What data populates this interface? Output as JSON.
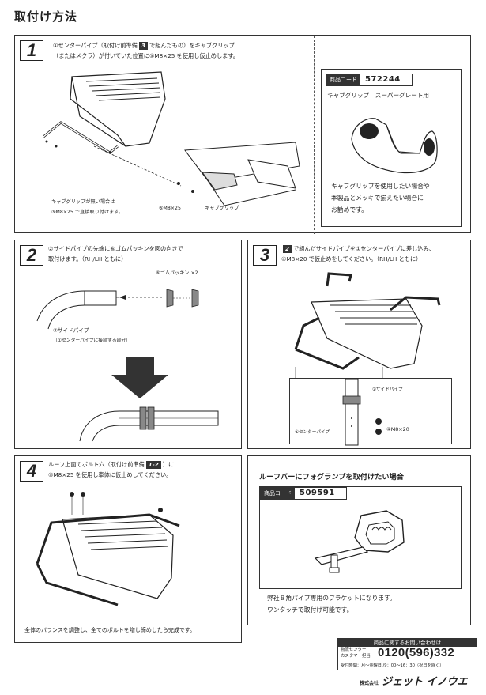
{
  "page": {
    "title": "取付け方法"
  },
  "step1": {
    "number": "1",
    "line1_pre": "①センターパイプ（取付け前準備",
    "line1_badge": "3",
    "line1_post": "で組んだもの）をキャブグリップ",
    "line2": "（またはメクラ）が付いていた位置に⑤M8×25 を使用し仮止めします。",
    "note_line1": "キャブグリップが無い場合は",
    "note_line2": "⑤M8×25 で直接取り付けます。",
    "label_bolt": "⑤M8×25",
    "label_grip": "キャブグリップ"
  },
  "product1": {
    "code_label": "商品コード",
    "code": "572244",
    "name": "キャブグリップ　スーパーグレート用",
    "desc_line1": "キャブグリップを使用したい場合や",
    "desc_line2": "本製品とメッキで揃えたい場合に",
    "desc_line3": "お勧めです。"
  },
  "step2": {
    "number": "2",
    "line1": "②サイドパイプの先端に⑥ゴムパッキンを図の向きで",
    "line2": "取付けます。（RH/LH ともに）",
    "label_packing": "⑥ゴムパッキン ×2",
    "label_side_pipe": "②サイドパイプ",
    "label_side_pipe_note": "（①センターパイプに接続する部分）"
  },
  "step3": {
    "number": "3",
    "line1_badge": "2",
    "line1": "で組んだサイドパイプを①センターパイプに差し込み、",
    "line2": "④M8×20 で仮止めをしてください。（RH/LH ともに）",
    "label_side_pipe": "②サイドパイプ",
    "label_center_pipe": "①センターパイプ",
    "label_bolt": "④M8×20"
  },
  "step4": {
    "number": "4",
    "line1_pre": "ルーフ上面のボルト穴（取付け前準備",
    "line1_badge": "1-2",
    "line1_post": "）に",
    "line2": "⑤M8×25 を使用し車体に仮止めしてください。",
    "final": "全体のバランスを調整し、全てのボルトを増し締めしたら完成です。"
  },
  "product2": {
    "heading": "ルーフバーにフォグランプを取付けたい場合",
    "code_label": "商品コード",
    "code": "509591",
    "desc_line1": "弊社８角パイプ専用のブラケットになります。",
    "desc_line2": "ワンタッチで取付け可能です。"
  },
  "contact": {
    "heading": "商品に関するお問い合わせは",
    "dept_line1": "物流センター",
    "dept_line2": "カスタマー担当",
    "phone": "0120(596)332",
    "hours": "受付時間：月～金曜日 /9：00～16：30（祝日を除く）"
  },
  "brand": {
    "prefix": "株式会社",
    "name": "ジェット イノウエ"
  }
}
